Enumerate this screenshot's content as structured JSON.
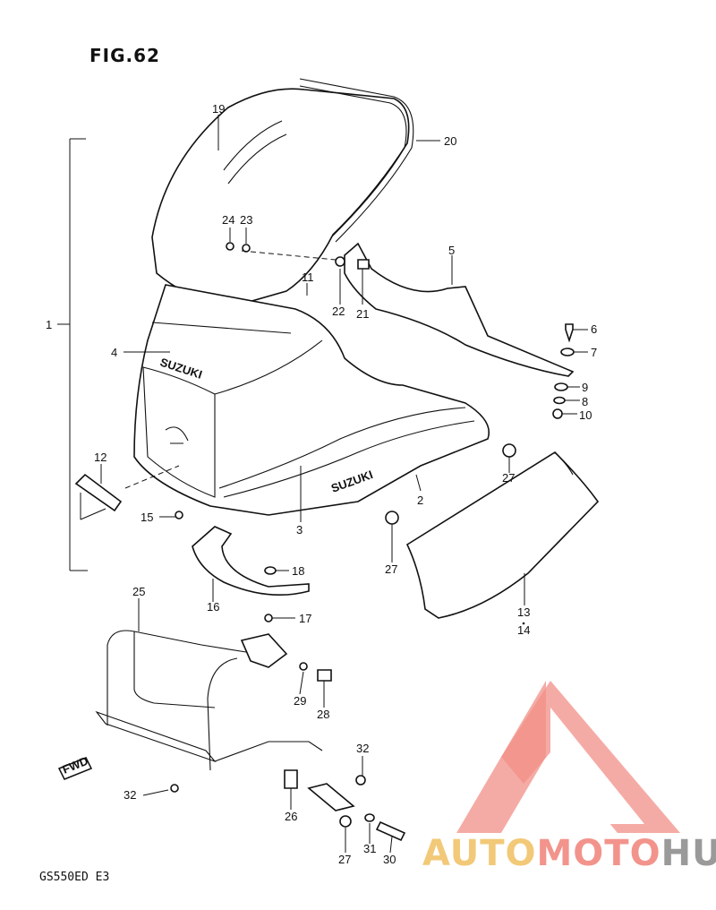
{
  "figure": {
    "title": "FIG.62",
    "model_code": "GS550ED  E3",
    "brand_decal": "SUZUKI",
    "fwd_mark": "FWD"
  },
  "watermark": {
    "part1": "AUTO",
    "part2": "MOTO",
    "part3": "HUB",
    "colors": {
      "auto": "#f2c978",
      "moto": "#f2948c",
      "hub": "#9a9a9a",
      "triangle": "#f07c73"
    }
  },
  "callouts": {
    "c1": "1",
    "c2": "2",
    "c3": "3",
    "c4": "4",
    "c5": "5",
    "c6": "6",
    "c7": "7",
    "c8": "8",
    "c9": "9",
    "c10": "10",
    "c11": "11",
    "c12": "12",
    "c13": "13",
    "c14": "14",
    "c15": "15",
    "c16": "16",
    "c17": "17",
    "c18": "18",
    "c19": "19",
    "c20": "20",
    "c21": "21",
    "c22": "22",
    "c23": "23",
    "c24": "24",
    "c25": "25",
    "c26": "26",
    "c27a": "27",
    "c27b": "27",
    "c27c": "27",
    "c28": "28",
    "c29": "29",
    "c30": "30",
    "c31": "31",
    "c32a": "32",
    "c32b": "32"
  }
}
